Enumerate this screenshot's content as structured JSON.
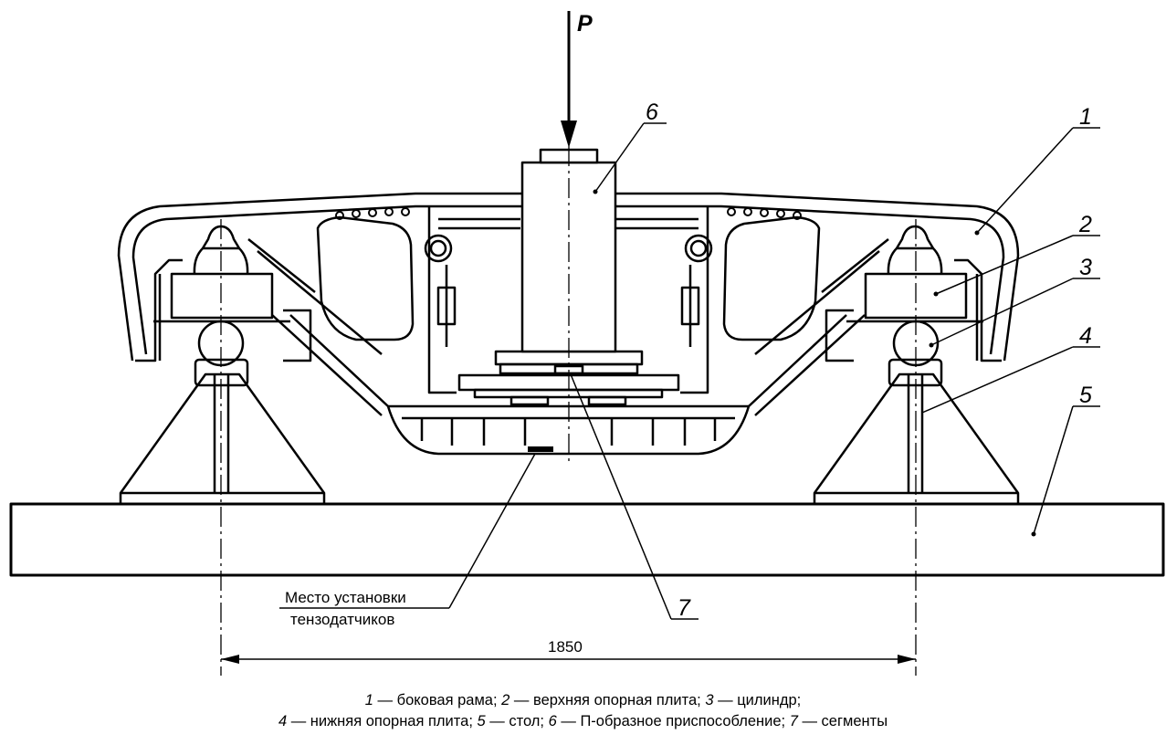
{
  "figure": {
    "force_label": "P",
    "callouts": [
      "1",
      "2",
      "3",
      "4",
      "5",
      "6",
      "7"
    ],
    "sensor_place_line1": "Место установки",
    "sensor_place_line2": "тензодатчиков",
    "dimension": "1850"
  },
  "caption": {
    "line1": [
      {
        "n": "1",
        "t": " — боковая рама; "
      },
      {
        "n": "2",
        "t": " — верхняя опорная плита; "
      },
      {
        "n": "3",
        "t": " — цилиндр;"
      }
    ],
    "line2": [
      {
        "n": "4",
        "t": " — нижняя опорная плита; "
      },
      {
        "n": "5",
        "t": " — стол; "
      },
      {
        "n": "6",
        "t": " — П-образное приспособление; "
      },
      {
        "n": "7",
        "t": " — сегменты"
      }
    ]
  }
}
